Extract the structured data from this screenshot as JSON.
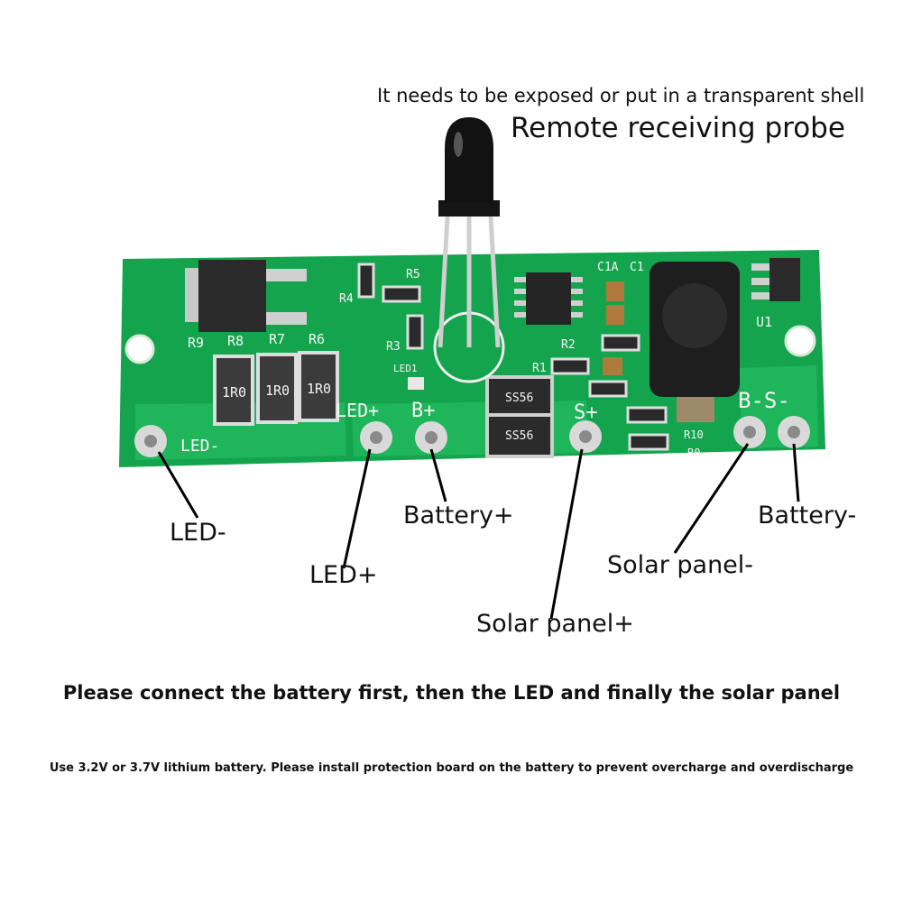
{
  "annotations": {
    "exposure_note": "It needs to be exposed or put in a transparent shell",
    "probe_title": "Remote receiving probe"
  },
  "pins": {
    "led_minus": "LED-",
    "led_plus": "LED+",
    "battery_plus": "Battery+",
    "solar_plus": "Solar panel+",
    "solar_minus": "Solar panel-",
    "battery_minus": "Battery-"
  },
  "notices": {
    "connection_order": "Please connect the battery first, then the LED and finally the solar panel",
    "battery_note": "Use 3.2V or 3.7V lithium battery. Please install protection board on the battery to prevent overcharge and overdischarge"
  },
  "silkscreen": {
    "r9": "R9",
    "r8": "R8",
    "r7": "R7",
    "r6": "R6",
    "res1": "1R0",
    "res2": "1R0",
    "res3": "1R0",
    "r4": "R4",
    "r5": "R5",
    "r3": "R3",
    "r2": "R2",
    "r1": "R1",
    "r0": "R0",
    "r10": "R10",
    "led1": "LED1",
    "diode1": "SS56",
    "diode2": "SS56",
    "c1a": "C1A",
    "c1": "C1",
    "u1": "U1",
    "pad_led_minus": "LED-",
    "pad_led_plus": "LED+",
    "pad_b_plus": "B+",
    "pad_s_plus": "S+",
    "pad_bs_minus": "B-S-"
  },
  "colors": {
    "board": "#15a44e",
    "board_dark": "#0f8a3f",
    "silk": "#f4f4f4",
    "pad": "#d9d9d9"
  }
}
